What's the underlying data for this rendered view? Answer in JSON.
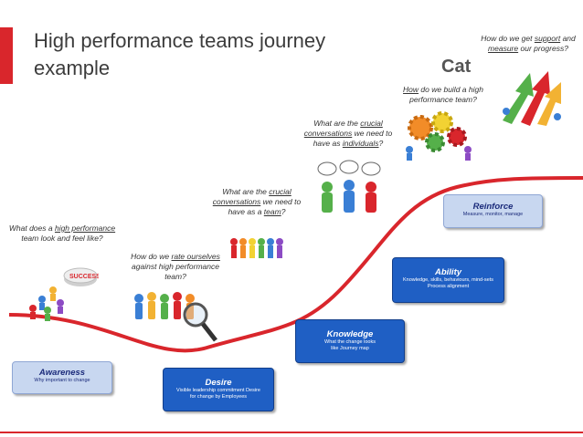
{
  "slide": {
    "title_line1": "High performance teams journey",
    "title_line2": "example",
    "accent_color": "#d9262c",
    "curve_color": "#d9262c",
    "partial_text": "Cat"
  },
  "questions": {
    "q1": {
      "pre": "What does a ",
      "link": "high performance",
      "post": " team look and feel like?"
    },
    "q2": {
      "pre": "How do we ",
      "link": "rate ourselves",
      "post": " against high performance team?"
    },
    "q3": {
      "pre": "What are the ",
      "link1": "crucial conversations",
      "mid": " we need to have as a ",
      "link2": "team",
      "post": "?"
    },
    "q4": {
      "pre": "What are the ",
      "link1": "crucial conversations",
      "mid": " we need to have as ",
      "link2": "individuals",
      "post": "?"
    },
    "q5": {
      "link": "How",
      "post": " do we build a high performance team?"
    },
    "q6": {
      "pre": "How do we get ",
      "link1": "support",
      "mid": " and ",
      "link2": "measure",
      "post": " our progress?"
    }
  },
  "stages": [
    {
      "title": "Awareness",
      "desc": "Why important to change",
      "style": "light"
    },
    {
      "title": "Desire",
      "desc": "Visible leadership commitment Desire for change by Employees",
      "style": "dark"
    },
    {
      "title": "Knowledge",
      "desc": "What the change looks like Journey map",
      "style": "dark"
    },
    {
      "title": "Ability",
      "desc": "Knowledge, skills, behaviours, mind-sets Process alignment",
      "style": "dark"
    },
    {
      "title": "Reinforce",
      "desc": "Measure, monitor, manage",
      "style": "light"
    }
  ],
  "images": {
    "success": "success-figures-icon",
    "magnifier": "magnifier-team-icon",
    "people_row": "colored-people-icon",
    "speech": "speech-bubbles-icon",
    "gears": "gears-team-icon",
    "arrows": "arrows-team-icon"
  }
}
